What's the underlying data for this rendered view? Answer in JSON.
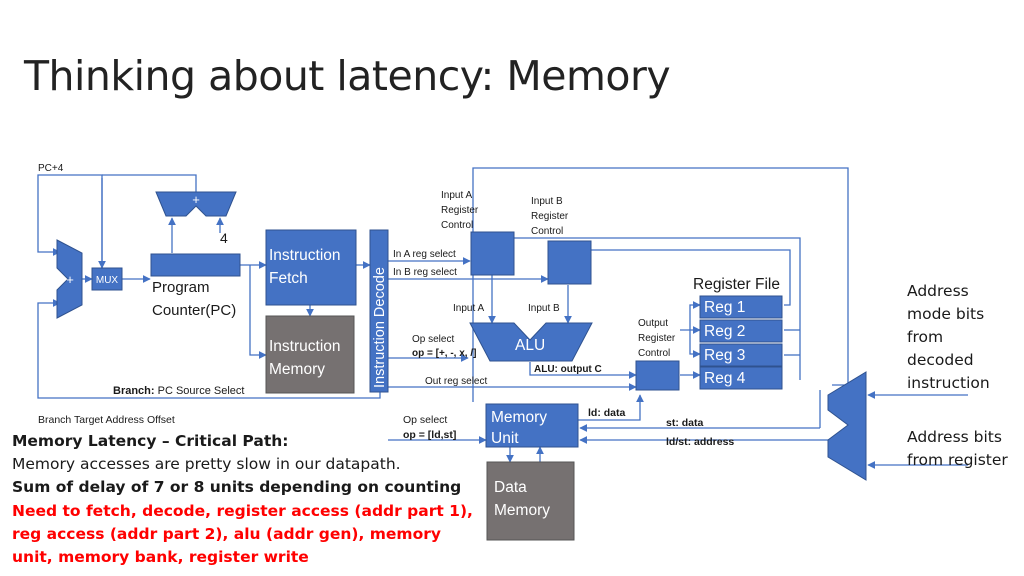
{
  "slide": {
    "title": "Thinking about latency: Memory"
  },
  "diagram": {
    "pc_plus_4": "PC+4",
    "adder_symbol": "+",
    "constant_four": "4",
    "mux_label": "MUX",
    "mux_plus": "+",
    "program_counter": [
      "Program",
      "Counter(PC)"
    ],
    "instruction_fetch": [
      "Instruction",
      "Fetch"
    ],
    "instruction_memory": [
      "Instruction",
      "Memory"
    ],
    "instruction_decode": "Instruction Decode",
    "input_a_register_control": [
      "Input A",
      "Register",
      "Control"
    ],
    "input_b_register_control": [
      "Input B",
      "Register",
      "Control"
    ],
    "in_a_reg_select": "In A reg select",
    "in_b_reg_select": "In B reg select",
    "input_a": "Input A",
    "input_b": "Input B",
    "alu": "ALU",
    "op_select_alu": "Op select",
    "op_alu_values": "op = [+, -, x, /]",
    "alu_output_c": "ALU: output C",
    "out_reg_select": "Out reg select",
    "output_register_control": [
      "Output",
      "Register",
      "Control"
    ],
    "register_file": "Register File",
    "registers": [
      "Reg 1",
      "Reg 2",
      "Reg 3",
      "Reg 4"
    ],
    "branch_label_bold": "Branch:",
    "branch_label_rest": " PC Source Select",
    "branch_target_offset": "Branch Target Address Offset",
    "op_select_mem": "Op select",
    "op_mem_values": "op = [ld,st]",
    "memory_unit": [
      "Memory",
      "Unit"
    ],
    "data_memory": [
      "Data",
      "Memory"
    ],
    "ld_data": "ld: data",
    "st_data": "st: data",
    "ld_st_address": "ld/st: address"
  },
  "side_notes": {
    "address_mode_bits": [
      "Address",
      "mode bits",
      "from",
      "decoded",
      "instruction"
    ],
    "address_bits": [
      "Address bits",
      "from register"
    ]
  },
  "notes": {
    "line1": "Memory Latency – Critical Path:",
    "line2": "Memory accesses are pretty slow in our datapath.",
    "line3": "Sum of delay of 7 or 8 units depending on counting",
    "red_lines": [
      "Need to fetch, decode, register access (addr part 1),",
      "reg access (addr part 2), alu (addr gen), memory",
      "unit, memory bank, register write"
    ]
  },
  "colors": {
    "block_blue": "#4472c4",
    "block_border": "#2f528f",
    "block_gray": "#767171",
    "wire": "#4472c4",
    "critical_text": "#ff0000"
  }
}
